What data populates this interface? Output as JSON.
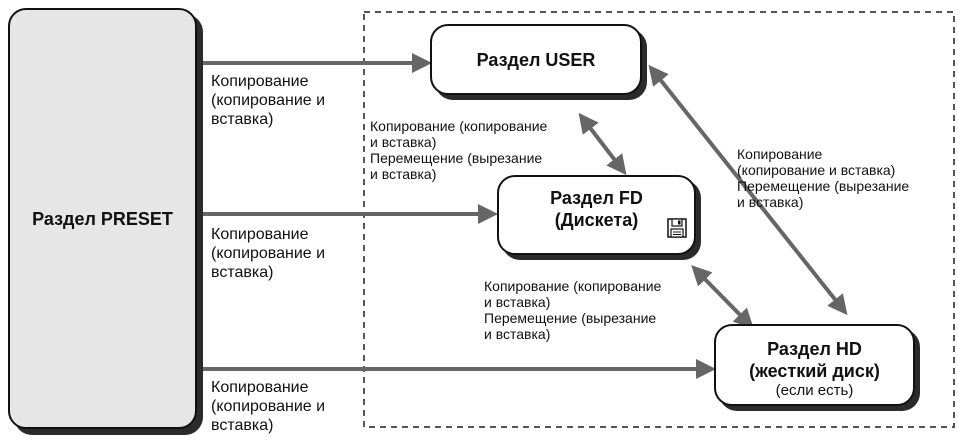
{
  "colors": {
    "arrow": "#666666",
    "preset_fill": "#e6e6e6",
    "dashed_border": "#555555"
  },
  "boxes": {
    "preset": {
      "title": "Раздел PRESET"
    },
    "user": {
      "title": "Раздел USER"
    },
    "fd": {
      "title_1": "Раздел FD",
      "title_2": "(Дискета)",
      "icon": "floppy-disk-icon"
    },
    "hd": {
      "title_1": "Раздел HD",
      "title_2": "(жесткий диск)",
      "note": "(если есть)"
    }
  },
  "labels": {
    "preset_to_user": [
      "Копирование",
      "(копирование и",
      "вставка)"
    ],
    "preset_to_fd": [
      "Копирование",
      "(копирование и",
      "вставка)"
    ],
    "preset_to_hd": [
      "Копирование",
      "(копирование и",
      "вставка)"
    ],
    "user_fd": [
      "Копирование (копирование",
      "и вставка)",
      "Перемещение (вырезание",
      "и вставка)"
    ],
    "user_hd": [
      "Копирование",
      "(копирование и вставка)",
      "Перемещение (вырезание",
      "и вставка)"
    ],
    "fd_hd": [
      "Копирование (копирование",
      "и вставка)",
      "Перемещение (вырезание",
      "и вставка)"
    ]
  }
}
